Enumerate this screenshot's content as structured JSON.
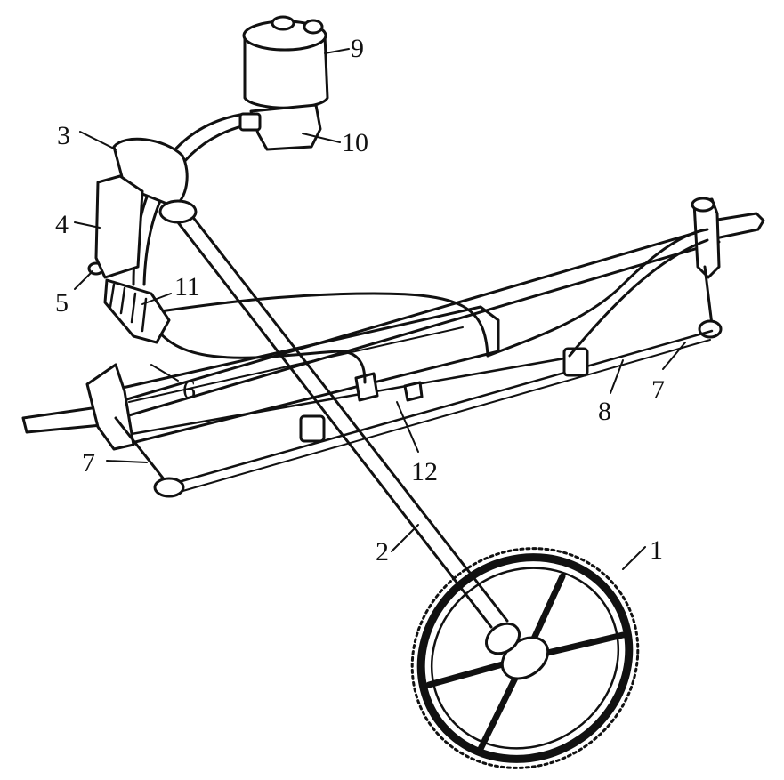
{
  "labels": {
    "l1": "1",
    "l2": "2",
    "l3": "3",
    "l4": "4",
    "l5": "5",
    "l6": "6",
    "l7a": "7",
    "l7b": "7",
    "l8": "8",
    "l9": "9",
    "l10": "10",
    "l11": "11",
    "l12": "12"
  },
  "colors": {
    "ink": "#111111",
    "paper": "#ffffff"
  }
}
